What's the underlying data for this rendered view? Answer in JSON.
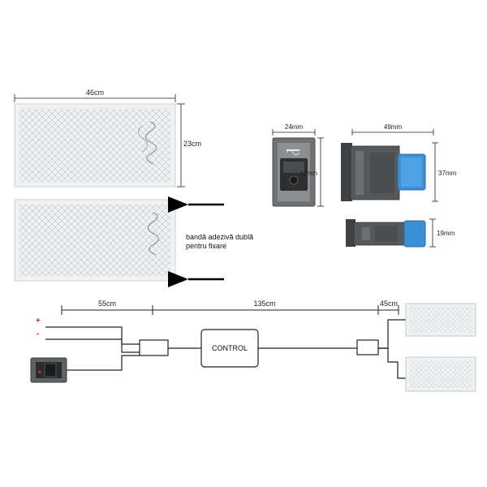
{
  "pad_top": {
    "width_label": "46cm",
    "height_label": "23cm"
  },
  "pad_bottom": {
    "note_line1": "bandă adezivă dublă",
    "note_line2": "pentru fixare"
  },
  "switch_dims": {
    "width_label": "24mm",
    "height_label": "42mm"
  },
  "connector_dims": {
    "width_label": "49mm",
    "height_label": "37mm",
    "side_height_label": "19mm"
  },
  "wiring": {
    "seg1_label": "55cm",
    "seg2_label": "135cm",
    "seg3_label": "45cm",
    "control_label": "CONTROL",
    "plus_sign": "+",
    "minus_sign": "-"
  },
  "colors": {
    "wire": "#222222",
    "connector_blue": "#3a8fd6",
    "polarity_red": "#d02020"
  }
}
